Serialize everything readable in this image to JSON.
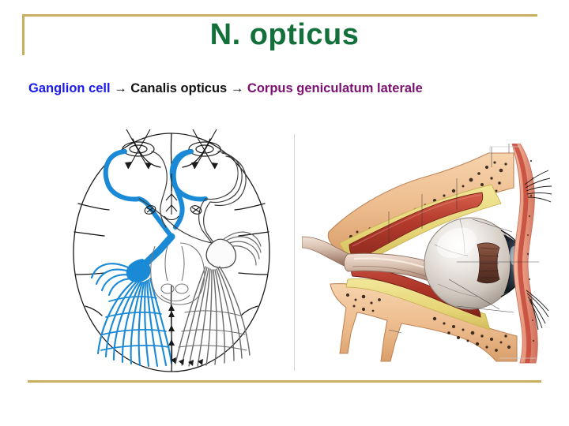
{
  "slide": {
    "title": "N. opticus",
    "title_color": "#13703a",
    "background": "#ffffff",
    "accent_rule_color": "#c9ae5d",
    "divider_color": "#d8d8d8"
  },
  "body": {
    "segments": [
      {
        "text": "Ganglion cell",
        "color": "#1a1aee"
      },
      {
        "text": " → ",
        "color": "#111111"
      },
      {
        "text": "Canalis opticus",
        "color": "#111111"
      },
      {
        "text": " → ",
        "color": "#111111"
      },
      {
        "text": "Corpus geniculatum laterale",
        "color": "#7b1070"
      }
    ],
    "line1_part1": "Ganglion cell",
    "line1_arrow1": " → ",
    "line1_part2": "Canalis opticus",
    "line1_arrow2": " → ",
    "line1_part3": "Corpus",
    "line2_part": "geniculatum laterale"
  },
  "figures": {
    "left": {
      "name": "visual-pathway-diagram",
      "caption": "",
      "description": "Transverse section of the brain showing the visual pathway: eyes, optic nerves, optic chiasm, optic tracts, lateral geniculate nucleus and optic radiations to the occipital cortex. Left pathway highlighted in blue.",
      "highlight_color": "#1b8ad6",
      "line_color": "#1a1a1a"
    },
    "right": {
      "name": "eye-in-orbit-illustration",
      "caption": "",
      "description": "Sagittal anatomical illustration of the eyeball within the bony orbit with optic nerve, extraocular muscles, orbital fat, eyelids and lashes.",
      "colors": {
        "bone": "#efc294",
        "bone_dark": "#d79a63",
        "fat": "#e8d87a",
        "muscle": "#b8372c",
        "muscle_light": "#d4604d",
        "sclera": "#cfc8c2",
        "sclera_light": "#f3f0ee",
        "cornea": "#2a3340",
        "iris": "#6f4a3d",
        "skin": "#f0b49c",
        "skin_deep": "#cf6a58",
        "nerve": "#b49384"
      }
    }
  }
}
